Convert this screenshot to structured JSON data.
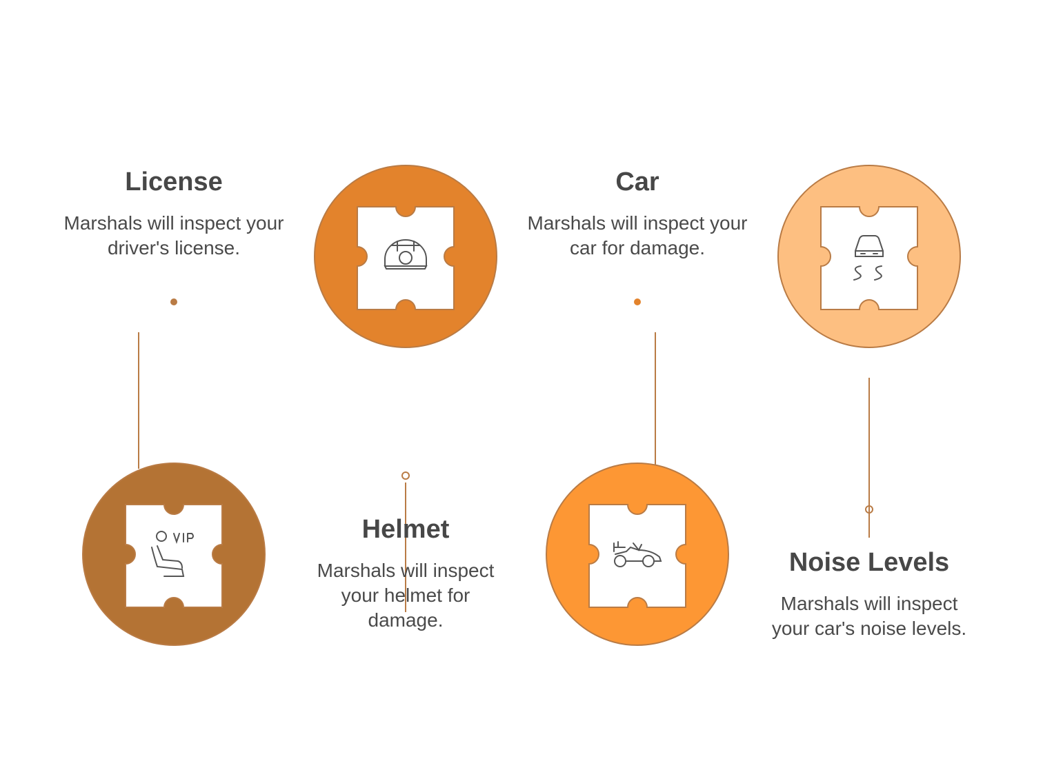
{
  "items": [
    {
      "title": "License",
      "description": "Marshals will inspect your driver's license.",
      "color": "#B47334",
      "icon": "vip-seat-icon"
    },
    {
      "title": "Helmet",
      "description": "Marshals will inspect your helmet for damage.",
      "color": "#E3832C",
      "icon": "helmet-icon"
    },
    {
      "title": "Car",
      "description": "Marshals will inspect your car for damage.",
      "color": "#FD9734",
      "icon": "race-car-icon"
    },
    {
      "title": "Noise Levels",
      "description": "Marshals will inspect your car's noise levels.",
      "color": "#FDBF81",
      "icon": "car-skid-icon"
    }
  ],
  "colors": {
    "connector": "#B97B45",
    "outline": "#B97B45",
    "piece": "#FFFFFF"
  }
}
